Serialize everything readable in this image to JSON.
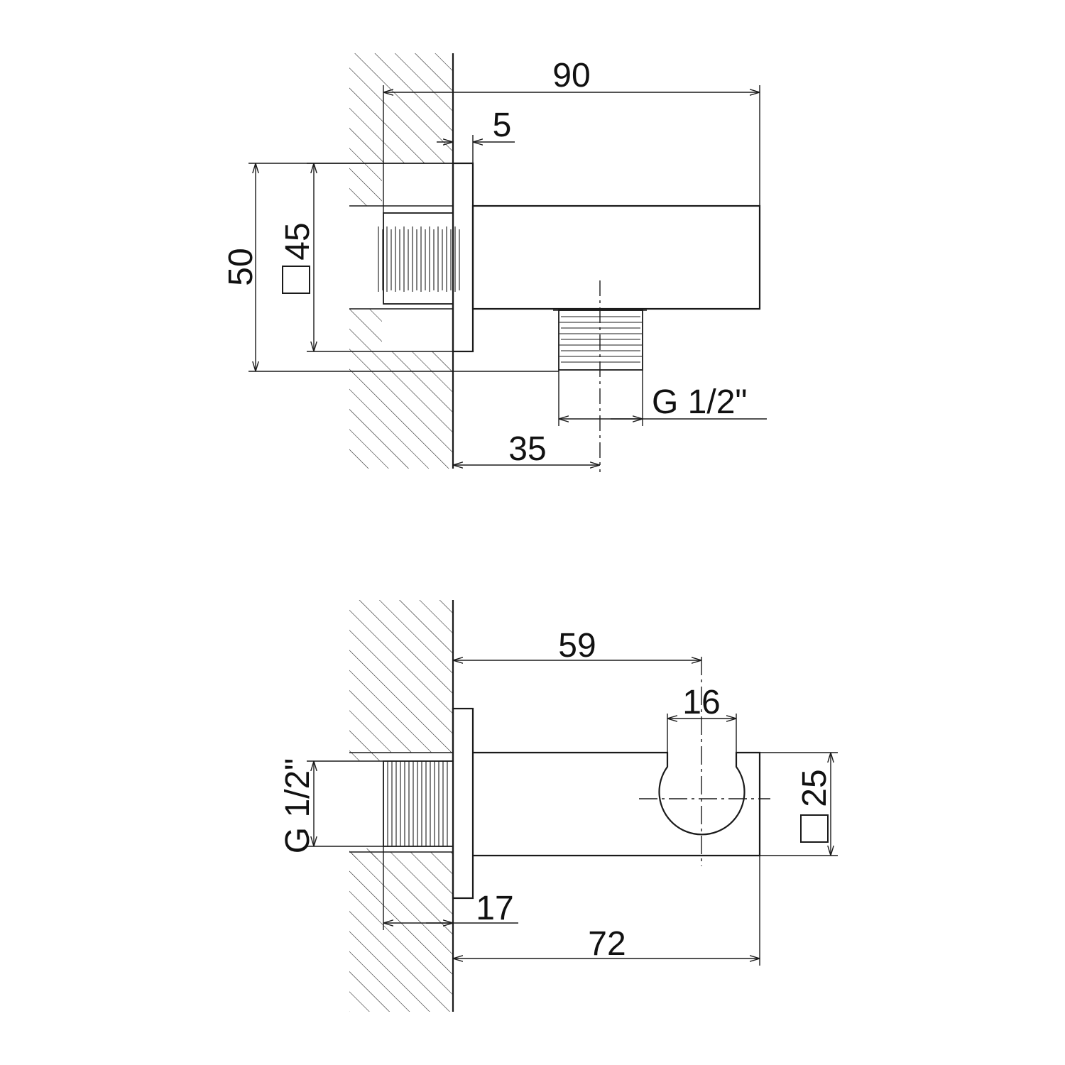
{
  "top_view": {
    "dim_length": "90",
    "dim_flange": "5",
    "dim_height": "50",
    "dim_square": "45",
    "dim_thread": "G 1/2\"",
    "dim_outlet_offset": "35"
  },
  "bottom_view": {
    "dim_holder_offset": "59",
    "dim_holder_width": "16",
    "dim_square": "25",
    "dim_thread": "G 1/2\"",
    "dim_flange": "17",
    "dim_length": "72"
  },
  "icons": {
    "square_symbol": "square-section-icon"
  }
}
